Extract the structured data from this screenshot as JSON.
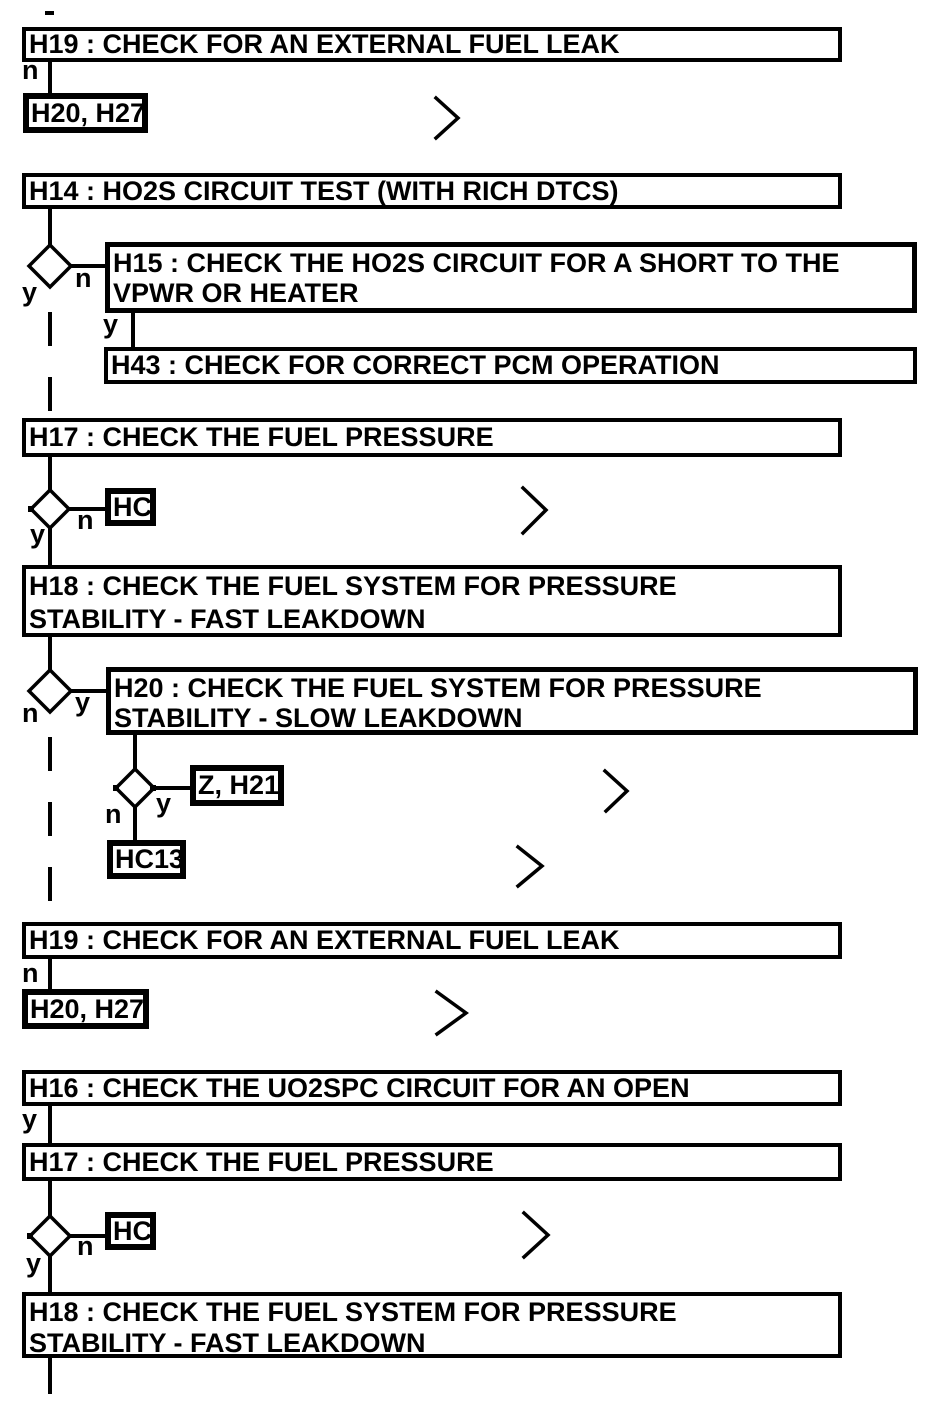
{
  "diagram": {
    "type": "flowchart",
    "description": "Diagnostic pinpoint-test flowchart",
    "colors": {
      "line": "#000000",
      "background": "#ffffff"
    },
    "branch_labels": {
      "yes": "y",
      "no": "n"
    },
    "nodes": {
      "h19_top": "H19 : CHECK FOR AN EXTERNAL FUEL LEAK",
      "h20_h27_top": "H20, H27",
      "h14": "H14 : HO2S CIRCUIT TEST (WITH RICH DTCS)",
      "h15": "H15 : CHECK THE HO2S CIRCUIT FOR A SHORT TO THE VPWR OR HEATER",
      "h43": "H43 : CHECK FOR CORRECT PCM OPERATION",
      "h17_first": "H17 : CHECK THE FUEL PRESSURE",
      "hc_first": "HC",
      "h18_first": "H18 : CHECK THE FUEL SYSTEM FOR PRESSURE STABILITY - FAST LEAKDOWN",
      "h20_slow": "H20 : CHECK THE FUEL SYSTEM FOR PRESSURE STABILITY - SLOW LEAKDOWN",
      "z_h21": "Z, H21",
      "hc13": "HC13",
      "h19_bottom": "H19 : CHECK FOR AN EXTERNAL FUEL LEAK",
      "h20_h27_bottom": "H20, H27",
      "h16": "H16 : CHECK THE UO2SPC CIRCUIT FOR AN OPEN",
      "h17_second": "H17 : CHECK THE FUEL PRESSURE",
      "hc_second": "HC",
      "h18_second": "H18 : CHECK THE FUEL SYSTEM FOR PRESSURE STABILITY - FAST LEAKDOWN"
    }
  }
}
